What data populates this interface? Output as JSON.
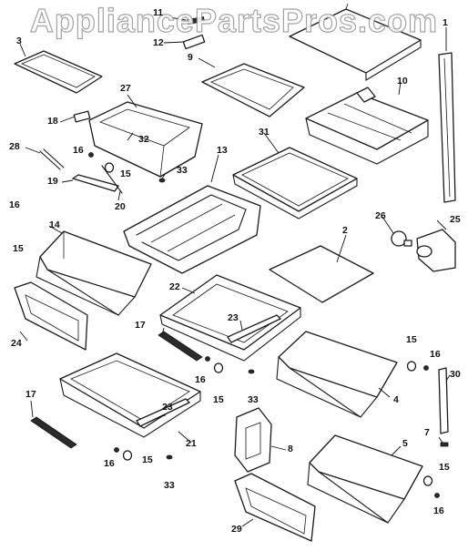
{
  "watermark": "AppliancePartsPros.com",
  "parts": [
    {
      "id": "1",
      "label": "1"
    },
    {
      "id": "2",
      "label": "2"
    },
    {
      "id": "3",
      "label": "3"
    },
    {
      "id": "4",
      "label": "4"
    },
    {
      "id": "5",
      "label": "5"
    },
    {
      "id": "7",
      "label": "7"
    },
    {
      "id": "8",
      "label": "8"
    },
    {
      "id": "9",
      "label": "9"
    },
    {
      "id": "10",
      "label": "10"
    },
    {
      "id": "11",
      "label": "11"
    },
    {
      "id": "12",
      "label": "12"
    },
    {
      "id": "13",
      "label": "13"
    },
    {
      "id": "14",
      "label": "14"
    },
    {
      "id": "15a",
      "label": "15"
    },
    {
      "id": "15b",
      "label": "15"
    },
    {
      "id": "15c",
      "label": "15"
    },
    {
      "id": "15d",
      "label": "15"
    },
    {
      "id": "15e",
      "label": "15"
    },
    {
      "id": "15f",
      "label": "15"
    },
    {
      "id": "16a",
      "label": "16"
    },
    {
      "id": "16b",
      "label": "16"
    },
    {
      "id": "16c",
      "label": "16"
    },
    {
      "id": "16d",
      "label": "16"
    },
    {
      "id": "16e",
      "label": "16"
    },
    {
      "id": "16f",
      "label": "16"
    },
    {
      "id": "17a",
      "label": "17"
    },
    {
      "id": "17b",
      "label": "17"
    },
    {
      "id": "18",
      "label": "18"
    },
    {
      "id": "19",
      "label": "19"
    },
    {
      "id": "20",
      "label": "20"
    },
    {
      "id": "21",
      "label": "21"
    },
    {
      "id": "22",
      "label": "22"
    },
    {
      "id": "23a",
      "label": "23"
    },
    {
      "id": "23b",
      "label": "23"
    },
    {
      "id": "24",
      "label": "24"
    },
    {
      "id": "25",
      "label": "25"
    },
    {
      "id": "26",
      "label": "26"
    },
    {
      "id": "27",
      "label": "27"
    },
    {
      "id": "28",
      "label": "28"
    },
    {
      "id": "29",
      "label": "29"
    },
    {
      "id": "30",
      "label": "30"
    },
    {
      "id": "31",
      "label": "31"
    },
    {
      "id": "32",
      "label": "32"
    },
    {
      "id": "33a",
      "label": "33"
    },
    {
      "id": "33b",
      "label": "33"
    },
    {
      "id": "33c",
      "label": "33"
    }
  ]
}
